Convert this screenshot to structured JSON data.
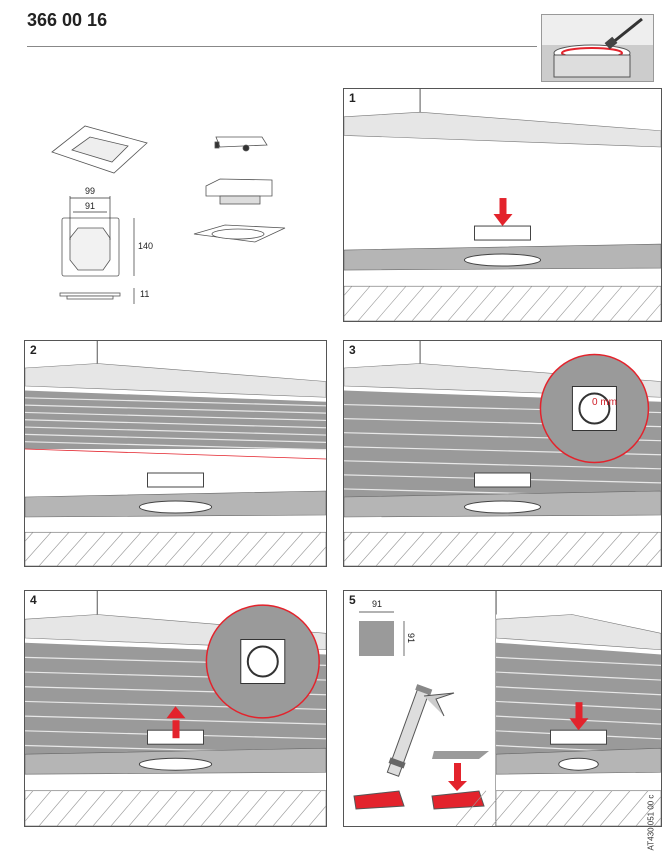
{
  "header": {
    "title": "366 00 16"
  },
  "parts": {
    "dim_outer_width": "99",
    "dim_inner_width": "91",
    "dim_height": "140",
    "dim_thickness": "11"
  },
  "steps": [
    {
      "number": "1"
    },
    {
      "number": "2"
    },
    {
      "number": "3",
      "callout": "0 mm"
    },
    {
      "number": "4"
    },
    {
      "number": "5",
      "dim_width": "91",
      "dim_height": "91"
    }
  ],
  "footer": {
    "doc_code": "AT430 051 00 c"
  },
  "colors": {
    "accent": "#e3232c",
    "tile": "#9a9a9a",
    "slab": "#b5b5b5",
    "line": "#555555"
  }
}
